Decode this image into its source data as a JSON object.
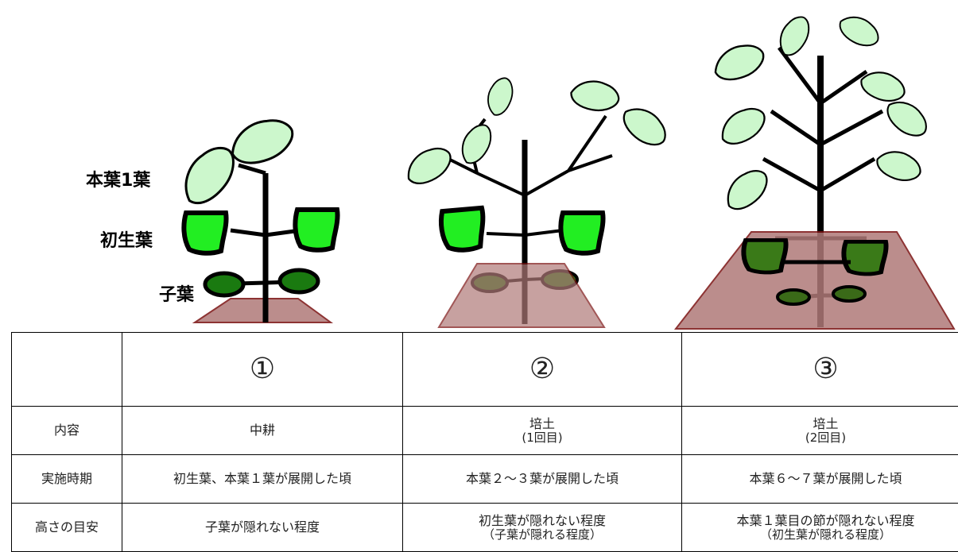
{
  "labels": {
    "true_leaf": "本葉1葉",
    "primary_leaf": "初生葉",
    "cotyledon": "子葉"
  },
  "colors": {
    "leaf_light": "#ccf7cc",
    "leaf_primary": "#22ee22",
    "leaf_primary_buried": "#3a7a18",
    "cotyledon": "#1a7a10",
    "soil_fill": "#b07a78",
    "soil_edge": "#7a1010"
  },
  "table": {
    "stages": [
      "①",
      "②",
      "③"
    ],
    "rows": [
      {
        "label": "内容",
        "cells": [
          {
            "main": "中耕",
            "sub": ""
          },
          {
            "main": "培土",
            "sub": "(1回目)"
          },
          {
            "main": "培土",
            "sub": "(2回目)"
          }
        ]
      },
      {
        "label": "実施時期",
        "cells": [
          {
            "main": "初生葉、本葉１葉が展開した頃",
            "sub": ""
          },
          {
            "main": "本葉２～３葉が展開した頃",
            "sub": ""
          },
          {
            "main": "本葉６～７葉が展開した頃",
            "sub": ""
          }
        ]
      },
      {
        "label": "高さの目安",
        "cells": [
          {
            "main": "子葉が隠れない程度",
            "sub": ""
          },
          {
            "main": "初生葉が隠れない程度",
            "sub": "（子葉が隠れる程度）"
          },
          {
            "main": "本葉１葉目の節が隠れない程度",
            "sub": "（初生葉が隠れる程度）"
          }
        ]
      }
    ]
  }
}
